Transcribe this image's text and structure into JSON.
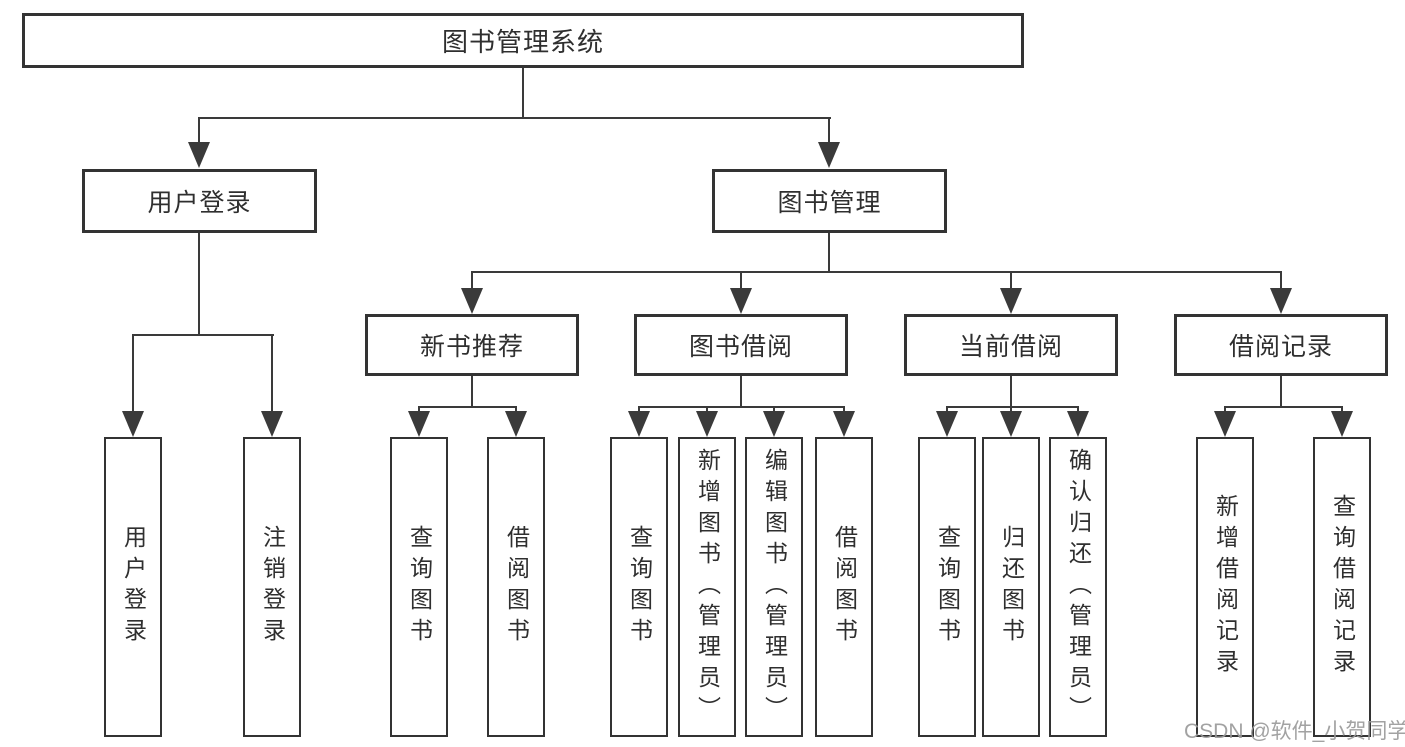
{
  "root": {
    "label": "图书管理系统"
  },
  "branches": {
    "user_login": {
      "label": "用户登录",
      "leaves": [
        "用户登录",
        "注销登录"
      ]
    },
    "book_management": {
      "label": "图书管理"
    }
  },
  "sections": {
    "new_book": {
      "label": "新书推荐",
      "leaves": [
        "查询图书",
        "借阅图书"
      ]
    },
    "borrow": {
      "label": "图书借阅",
      "leaves": [
        "查询图书",
        "新增图书（管理员）",
        "编辑图书（管理员）",
        "借阅图书"
      ]
    },
    "current": {
      "label": "当前借阅",
      "leaves": [
        "查询图书",
        "归还图书",
        "确认归还（管理员）"
      ]
    },
    "records": {
      "label": "借阅记录",
      "leaves": [
        "新增借阅记录",
        "查询借阅记录"
      ]
    }
  },
  "watermark": "CSDN @软件_小贺同学",
  "colors": {
    "line": "#3a3a3a",
    "border": "#333333",
    "text": "#2f2f2f",
    "watermark": "#9a9a9a",
    "background": "#ffffff"
  }
}
